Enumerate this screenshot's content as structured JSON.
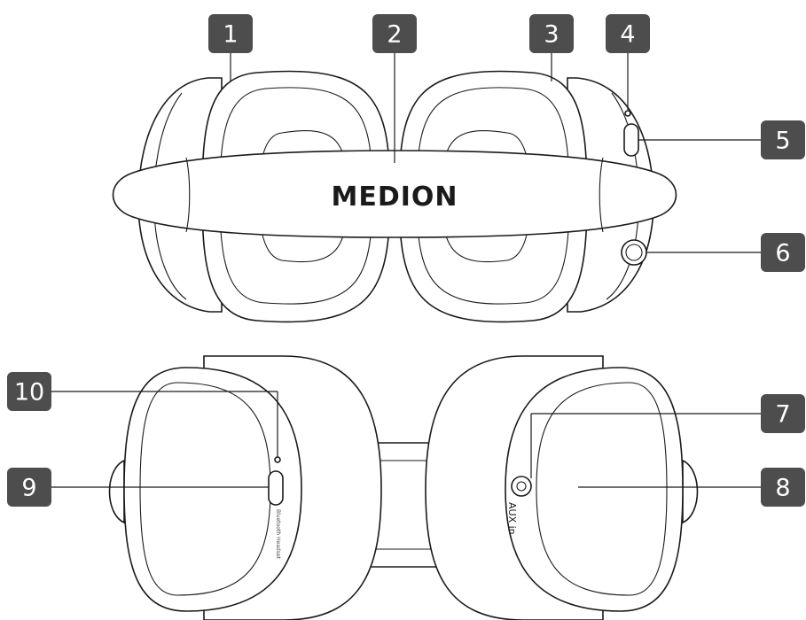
{
  "brand": "MEDION",
  "port_label": "AUX in",
  "small_print": "Bluetooth Headset",
  "callouts": [
    {
      "number": "1"
    },
    {
      "number": "2"
    },
    {
      "number": "3"
    },
    {
      "number": "4"
    },
    {
      "number": "5"
    },
    {
      "number": "6"
    },
    {
      "number": "7"
    },
    {
      "number": "8"
    },
    {
      "number": "9"
    },
    {
      "number": "10"
    }
  ],
  "colors": {
    "badge": "#4d4d4d",
    "line": "#1a1a1a",
    "background": "#ffffff"
  }
}
